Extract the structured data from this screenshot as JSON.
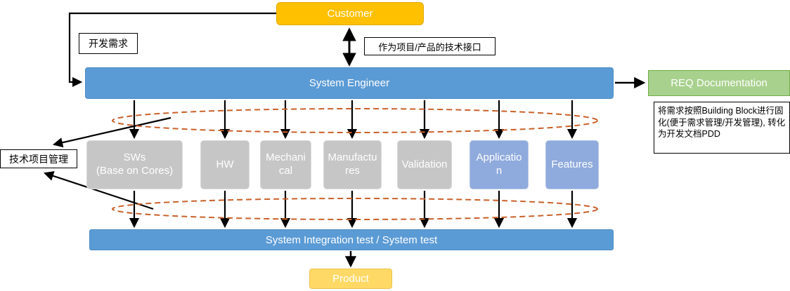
{
  "diagram": {
    "customer": "Customer",
    "dev_requirement": "开发需求",
    "tech_interface": "作为项目/产品的技术接口",
    "system_engineer": "System Engineer",
    "req_documentation": "REQ Documentation",
    "req_note": "将需求按照Building Block进行固化(便于需求管理/开发管理), 转化为开发文档PDD",
    "tech_pm": "技术项目管理",
    "integration_test": "System Integration test / System test",
    "product": "Product"
  },
  "modules": [
    {
      "label": "SWs\n(Base on Cores)",
      "style": "gray"
    },
    {
      "label": "HW",
      "style": "gray"
    },
    {
      "label": "Mechanical",
      "style": "gray"
    },
    {
      "label": "Manufactures",
      "style": "gray"
    },
    {
      "label": "Validation",
      "style": "gray"
    },
    {
      "label": "Application",
      "style": "blue"
    },
    {
      "label": "Features",
      "style": "blue"
    }
  ],
  "colors": {
    "customer_fill": "#FFC000",
    "product_fill": "#FFD966",
    "bar_blue": "#5B9BD5",
    "module_gray": "#C6C6C6",
    "module_blue": "#8FAADC",
    "req_doc_green": "#A9D18E",
    "req_doc_border": "#70AD47",
    "ellipse_dash": "#C9602A",
    "arrow": "#000000"
  }
}
